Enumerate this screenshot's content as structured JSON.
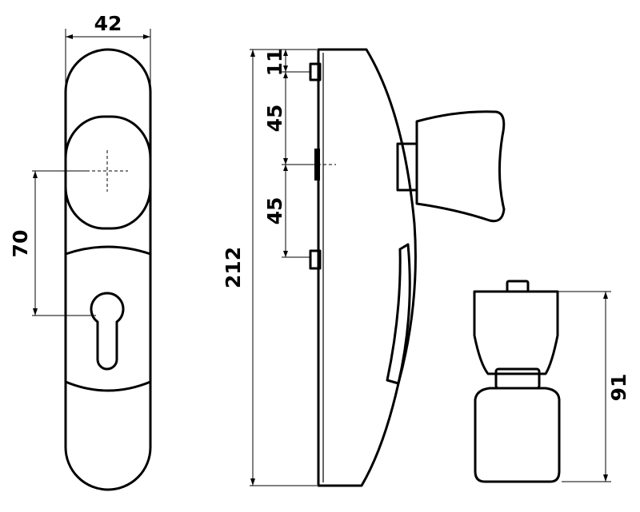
{
  "dimensions": {
    "plate_width": "42",
    "centre_distance": "70",
    "total_height": "212",
    "upper_spacing": "11",
    "fixing_spacing_top": "45",
    "fixing_spacing_bottom": "45",
    "knob_height": "91"
  }
}
